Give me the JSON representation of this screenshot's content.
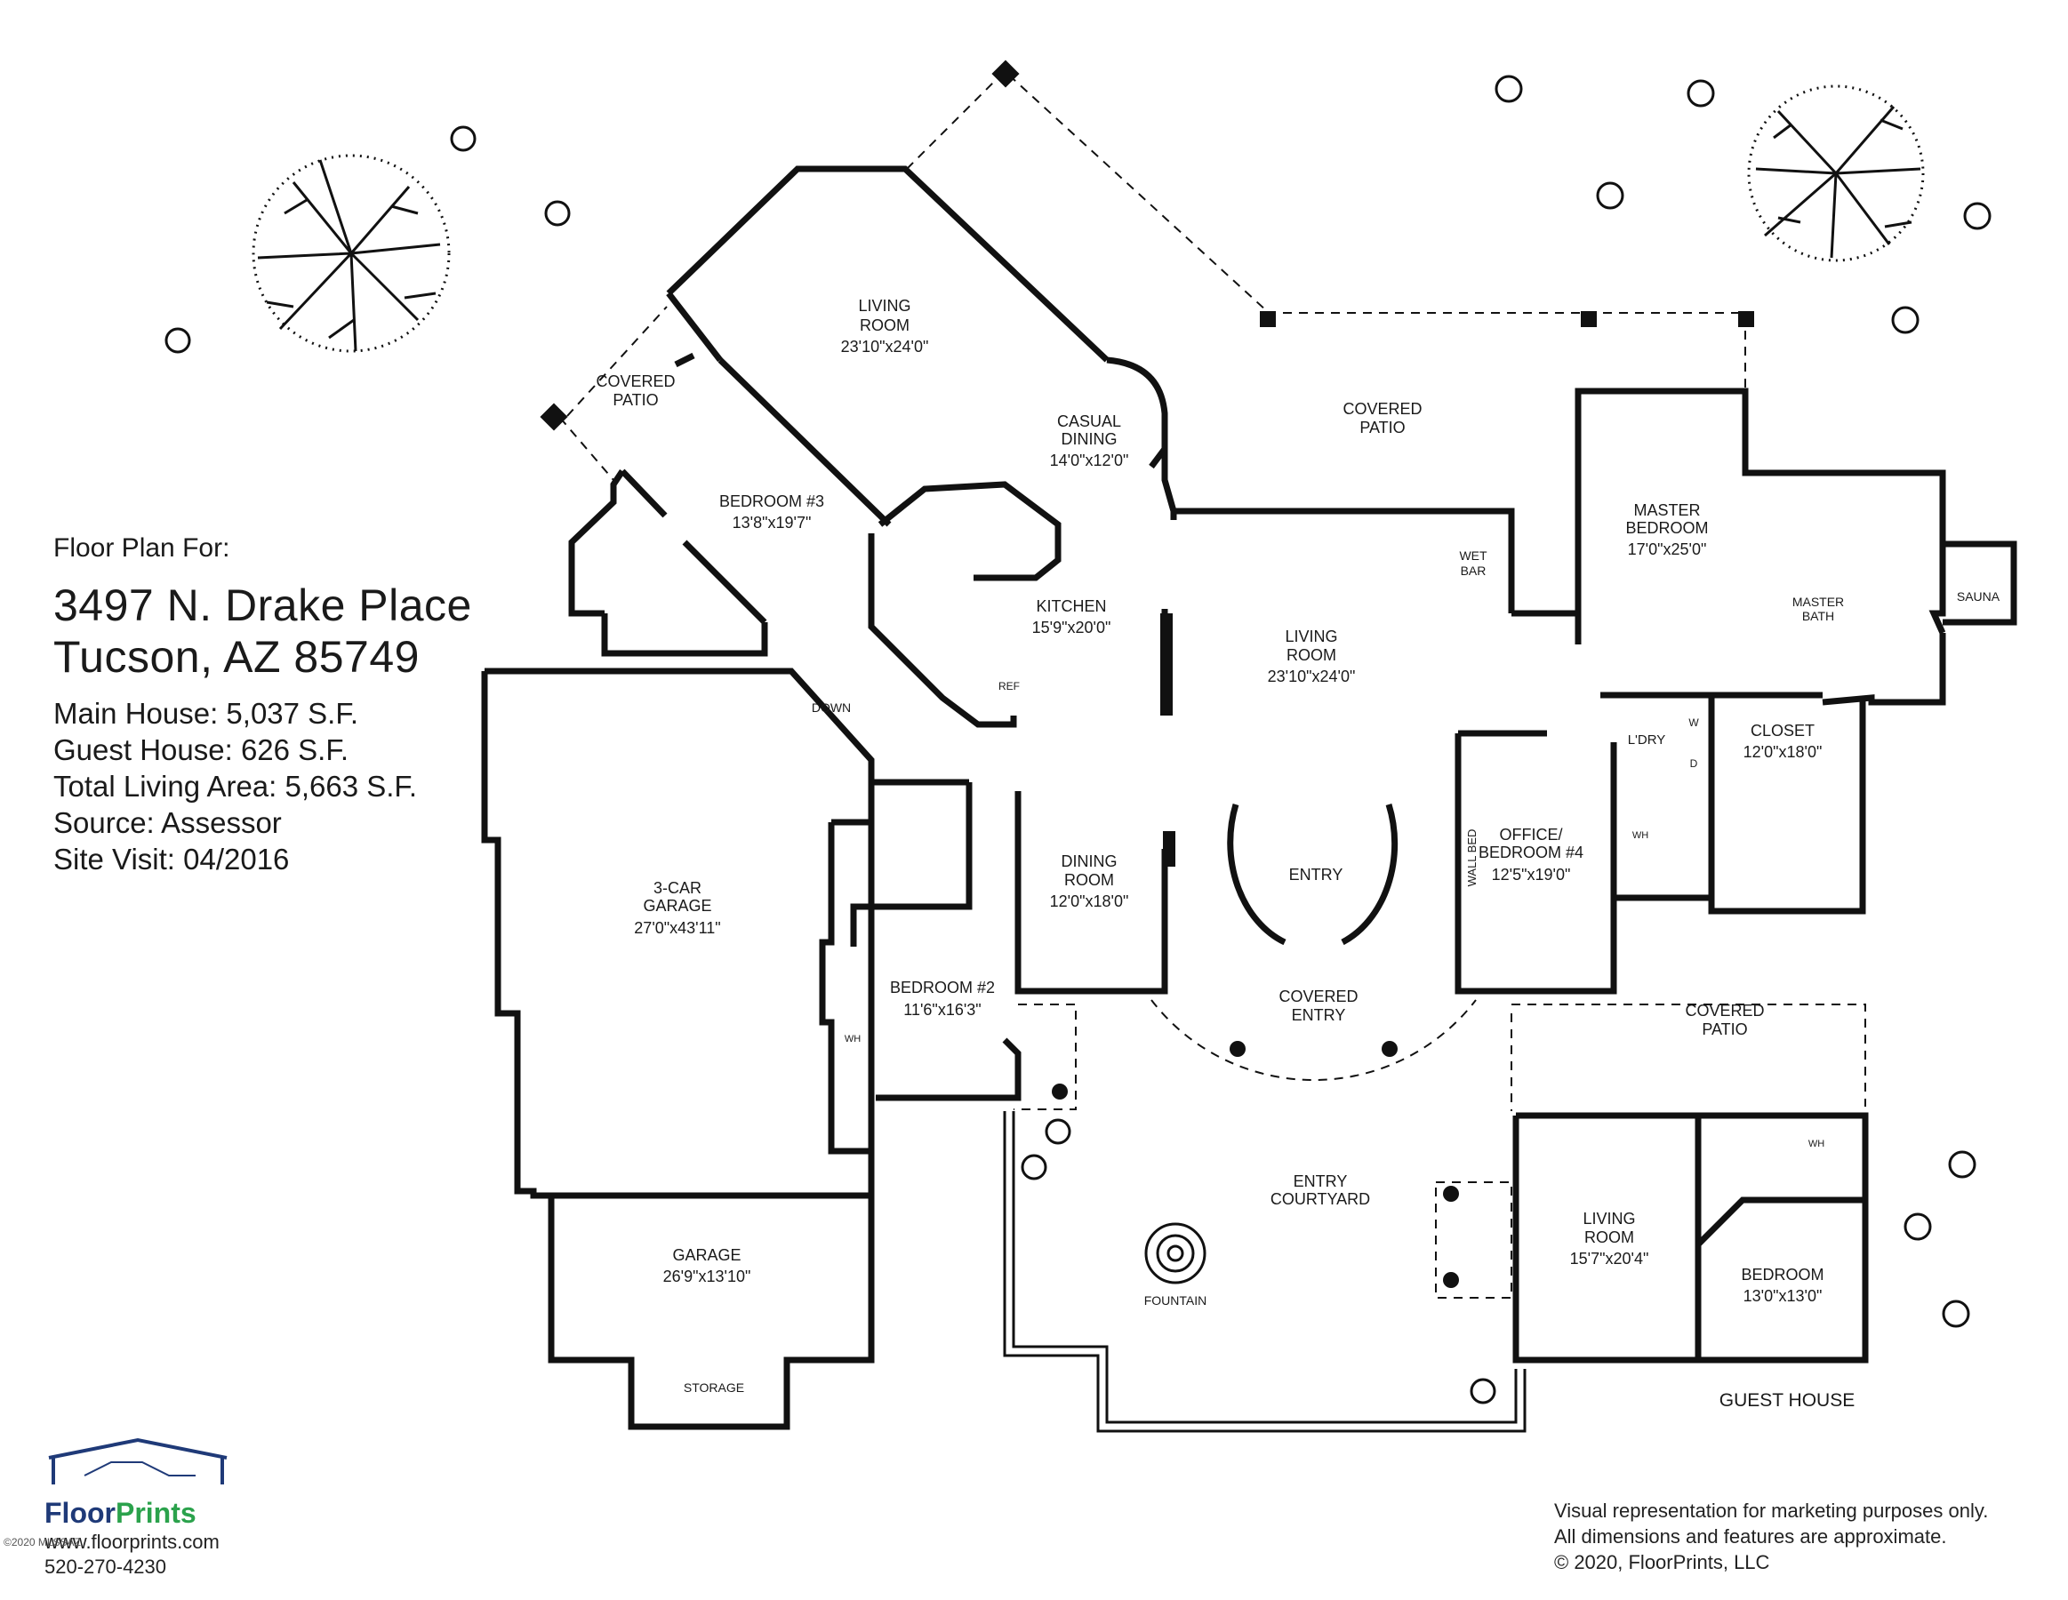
{
  "info": {
    "heading": "Floor Plan For:",
    "address_line1": "3497 N. Drake Place",
    "address_line2": "Tucson, AZ  85749",
    "main_house": "Main House:  5,037 S.F.",
    "guest_house": "Guest House:  626 S.F.",
    "total_living": "Total Living Area:  5,663 S.F.",
    "source": "Source:  Assessor",
    "site_visit": "Site Visit:  04/2016"
  },
  "rooms": {
    "living_room_top": {
      "name1": "LIVING",
      "name2": "ROOM",
      "dims": "23'10\"x24'0\""
    },
    "covered_patio_left": {
      "name1": "COVERED",
      "name2": "PATIO"
    },
    "casual_dining": {
      "name1": "CASUAL",
      "name2": "DINING",
      "dims": "14'0\"x12'0\""
    },
    "covered_patio_top": {
      "name1": "COVERED",
      "name2": "PATIO"
    },
    "bedroom3": {
      "name": "BEDROOM #3",
      "dims": "13'8\"x19'7\""
    },
    "master_bedroom": {
      "name1": "MASTER",
      "name2": "BEDROOM",
      "dims": "17'0\"x25'0\""
    },
    "master_bath": {
      "name1": "MASTER",
      "name2": "BATH"
    },
    "sauna": "SAUNA",
    "wet_bar": {
      "name1": "WET",
      "name2": "BAR"
    },
    "kitchen": {
      "name": "KITCHEN",
      "dims": "15'9\"x20'0\""
    },
    "ref": "REF",
    "living_room_center": {
      "name1": "LIVING",
      "name2": "ROOM",
      "dims": "23'10\"x24'0\""
    },
    "down": "DOWN",
    "laundry": "L'DRY",
    "closet": {
      "name": "CLOSET",
      "dims": "12'0\"x18'0\""
    },
    "garage3": {
      "name1": "3-CAR",
      "name2": "GARAGE",
      "dims": "27'0\"x43'11\""
    },
    "dining_room": {
      "name1": "DINING",
      "name2": "ROOM",
      "dims": "12'0\"x18'0\""
    },
    "entry": "ENTRY",
    "wall_bed": "WALL BED",
    "office": {
      "name1": "OFFICE/",
      "name2": "BEDROOM #4",
      "dims": "12'5\"x19'0\""
    },
    "bedroom2": {
      "name": "BEDROOM #2",
      "dims": "11'6\"x16'3\""
    },
    "covered_entry": {
      "name1": "COVERED",
      "name2": "ENTRY"
    },
    "covered_patio_right": {
      "name1": "COVERED",
      "name2": "PATIO"
    },
    "entry_courtyard": {
      "name1": "ENTRY",
      "name2": "COURTYARD"
    },
    "fountain": "FOUNTAIN",
    "guest_living": {
      "name1": "LIVING",
      "name2": "ROOM",
      "dims": "15'7\"x20'4\""
    },
    "guest_bedroom": {
      "name": "BEDROOM",
      "dims": "13'0\"x13'0\""
    },
    "garage": {
      "name": "GARAGE",
      "dims": "26'9\"x13'10\""
    },
    "storage": "STORAGE",
    "guest_house": "GUEST HOUSE",
    "wh": "WH",
    "w": "W",
    "d": "D"
  },
  "logo": {
    "brand_a": "Floor",
    "brand_b": "Prints",
    "url": "www.floorprints.com",
    "phone": "520-270-4230",
    "tiny_copyright": "©2020 MLSSAZ"
  },
  "disclaimer": {
    "line1": "Visual representation for marketing purposes only.",
    "line2": "All dimensions and features are approximate.",
    "line3": "© 2020, FloorPrints, LLC"
  },
  "colors": {
    "wall": "#111111",
    "brand_blue": "#1f3a78",
    "brand_green": "#2ba24c"
  }
}
